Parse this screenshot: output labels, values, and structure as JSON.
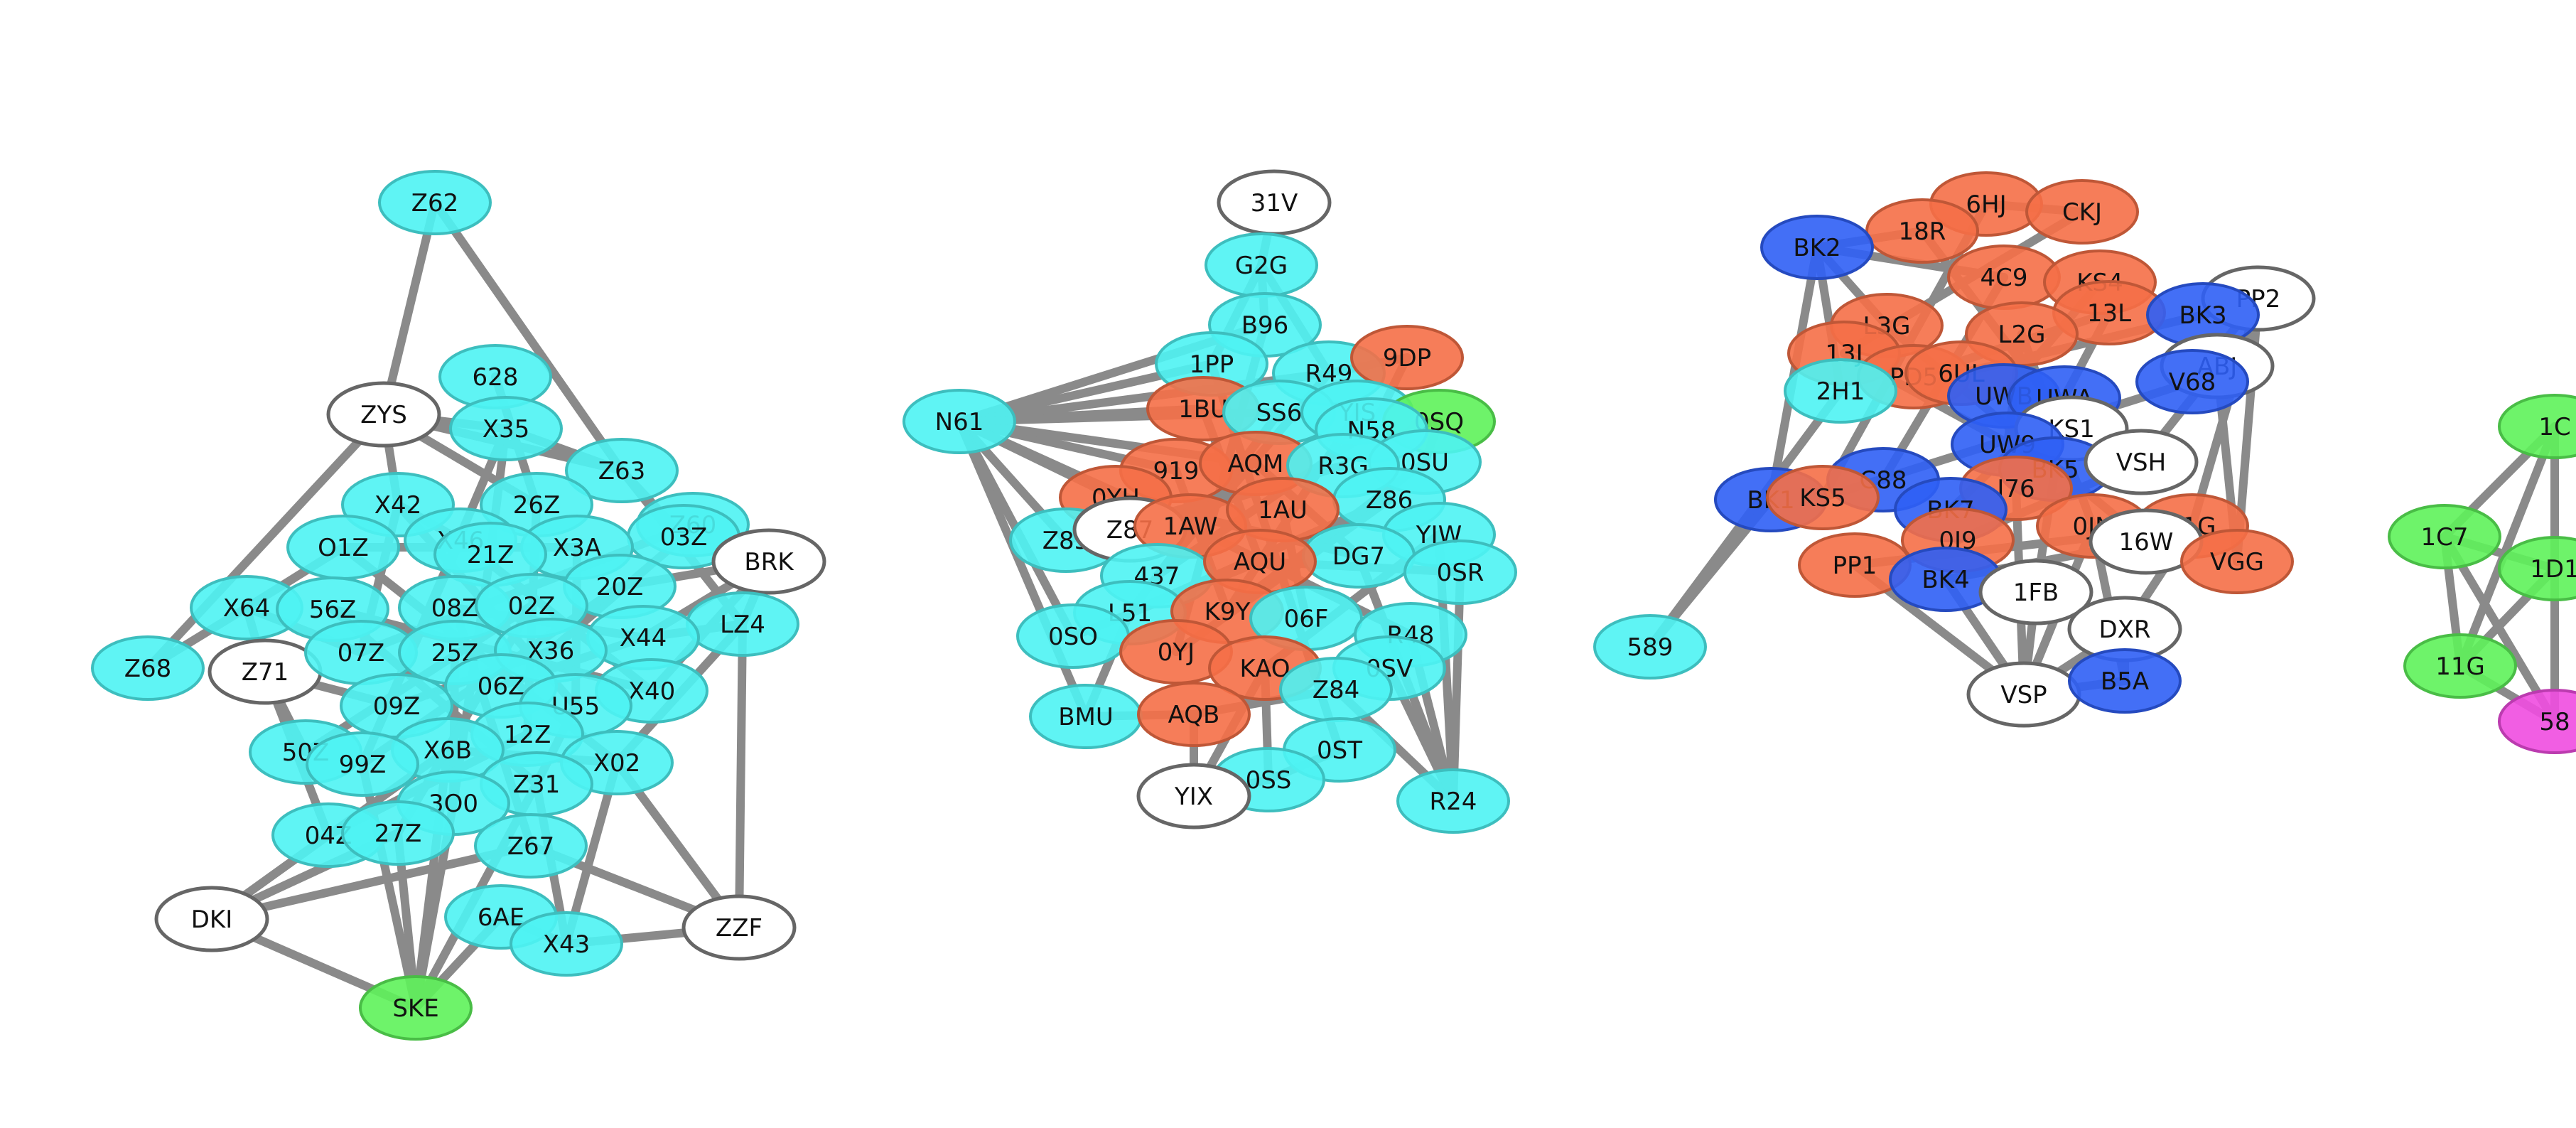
{
  "colors": {
    "cyan": "#4ef3f3",
    "orange": "#f56f47",
    "blue": "#2f5ff5",
    "green": "#5ef25a",
    "magenta": "#f04ce0",
    "white": "#ffffff",
    "edge": "#8a8a8a"
  },
  "nodes": [
    {
      "id": "Z62",
      "c": "cyan"
    },
    {
      "id": "ZYS",
      "c": "white"
    },
    {
      "id": "628",
      "c": "cyan"
    },
    {
      "id": "X35",
      "c": "cyan"
    },
    {
      "id": "Z63",
      "c": "cyan"
    },
    {
      "id": "X42",
      "c": "cyan"
    },
    {
      "id": "26Z",
      "c": "cyan"
    },
    {
      "id": "Z60",
      "c": "cyan"
    },
    {
      "id": "03Z",
      "c": "cyan"
    },
    {
      "id": "BRK",
      "c": "white"
    },
    {
      "id": "O1Z",
      "c": "cyan"
    },
    {
      "id": "X46",
      "c": "cyan"
    },
    {
      "id": "X3A",
      "c": "cyan"
    },
    {
      "id": "21Z",
      "c": "cyan"
    },
    {
      "id": "20Z",
      "c": "cyan"
    },
    {
      "id": "LZ4",
      "c": "cyan"
    },
    {
      "id": "X64",
      "c": "cyan"
    },
    {
      "id": "56Z",
      "c": "cyan"
    },
    {
      "id": "08Z",
      "c": "cyan"
    },
    {
      "id": "02Z",
      "c": "cyan"
    },
    {
      "id": "X44",
      "c": "cyan"
    },
    {
      "id": "Z68",
      "c": "cyan"
    },
    {
      "id": "Z71",
      "c": "white"
    },
    {
      "id": "07Z",
      "c": "cyan"
    },
    {
      "id": "25Z",
      "c": "cyan"
    },
    {
      "id": "X36",
      "c": "cyan"
    },
    {
      "id": "X40",
      "c": "cyan"
    },
    {
      "id": "06Z",
      "c": "cyan"
    },
    {
      "id": "09Z",
      "c": "cyan"
    },
    {
      "id": "U55",
      "c": "cyan"
    },
    {
      "id": "12Z",
      "c": "cyan"
    },
    {
      "id": "50Z",
      "c": "cyan"
    },
    {
      "id": "X6B",
      "c": "cyan"
    },
    {
      "id": "99Z",
      "c": "cyan"
    },
    {
      "id": "X02",
      "c": "cyan"
    },
    {
      "id": "Z31",
      "c": "cyan"
    },
    {
      "id": "3O0",
      "c": "cyan"
    },
    {
      "id": "04Z",
      "c": "cyan"
    },
    {
      "id": "27Z",
      "c": "cyan"
    },
    {
      "id": "Z67",
      "c": "cyan"
    },
    {
      "id": "DKI",
      "c": "white"
    },
    {
      "id": "6AE",
      "c": "cyan"
    },
    {
      "id": "ZZF",
      "c": "white"
    },
    {
      "id": "X43",
      "c": "cyan"
    },
    {
      "id": "SKE",
      "c": "green"
    },
    {
      "id": "31V",
      "c": "white"
    },
    {
      "id": "G2G",
      "c": "cyan"
    },
    {
      "id": "B96",
      "c": "cyan"
    },
    {
      "id": "1PP",
      "c": "cyan"
    },
    {
      "id": "R49",
      "c": "cyan"
    },
    {
      "id": "9DP",
      "c": "orange"
    },
    {
      "id": "N61",
      "c": "cyan"
    },
    {
      "id": "1BU",
      "c": "orange"
    },
    {
      "id": "SS6",
      "c": "cyan"
    },
    {
      "id": "YIS",
      "c": "cyan"
    },
    {
      "id": "0SQ",
      "c": "green"
    },
    {
      "id": "N58",
      "c": "cyan"
    },
    {
      "id": "0SU",
      "c": "cyan"
    },
    {
      "id": "919",
      "c": "orange"
    },
    {
      "id": "AQM",
      "c": "orange"
    },
    {
      "id": "R3G",
      "c": "cyan"
    },
    {
      "id": "0YH",
      "c": "orange"
    },
    {
      "id": "Z86",
      "c": "cyan"
    },
    {
      "id": "Z85",
      "c": "cyan"
    },
    {
      "id": "Z87",
      "c": "white"
    },
    {
      "id": "1AW",
      "c": "orange"
    },
    {
      "id": "1AU",
      "c": "orange"
    },
    {
      "id": "YIW",
      "c": "cyan"
    },
    {
      "id": "DG7",
      "c": "cyan"
    },
    {
      "id": "0SR",
      "c": "cyan"
    },
    {
      "id": "437",
      "c": "cyan"
    },
    {
      "id": "AQU",
      "c": "orange"
    },
    {
      "id": "L51",
      "c": "cyan"
    },
    {
      "id": "K9Y",
      "c": "orange"
    },
    {
      "id": "06F",
      "c": "cyan"
    },
    {
      "id": "R48",
      "c": "cyan"
    },
    {
      "id": "0SO",
      "c": "cyan"
    },
    {
      "id": "0YJ",
      "c": "orange"
    },
    {
      "id": "KAO",
      "c": "orange"
    },
    {
      "id": "0SV",
      "c": "cyan"
    },
    {
      "id": "Z84",
      "c": "cyan"
    },
    {
      "id": "BMU",
      "c": "cyan"
    },
    {
      "id": "AQB",
      "c": "orange"
    },
    {
      "id": "0ST",
      "c": "cyan"
    },
    {
      "id": "0SS",
      "c": "cyan"
    },
    {
      "id": "R24",
      "c": "cyan"
    },
    {
      "id": "YIX",
      "c": "white"
    },
    {
      "id": "6HJ",
      "c": "orange"
    },
    {
      "id": "CKJ",
      "c": "orange"
    },
    {
      "id": "18R",
      "c": "orange"
    },
    {
      "id": "BK2",
      "c": "blue"
    },
    {
      "id": "4C9",
      "c": "orange"
    },
    {
      "id": "KS4",
      "c": "orange"
    },
    {
      "id": "PP2",
      "c": "white"
    },
    {
      "id": "13L",
      "c": "orange"
    },
    {
      "id": "BK3",
      "c": "blue"
    },
    {
      "id": "L3G",
      "c": "orange"
    },
    {
      "id": "L2G",
      "c": "orange"
    },
    {
      "id": "13J",
      "c": "orange"
    },
    {
      "id": "ABJ",
      "c": "white"
    },
    {
      "id": "V68",
      "c": "blue"
    },
    {
      "id": "PD5",
      "c": "orange"
    },
    {
      "id": "6UL",
      "c": "orange"
    },
    {
      "id": "2H1",
      "c": "cyan"
    },
    {
      "id": "UWB",
      "c": "blue"
    },
    {
      "id": "UWA",
      "c": "blue"
    },
    {
      "id": "KS1",
      "c": "white"
    },
    {
      "id": "UW9",
      "c": "blue"
    },
    {
      "id": "BK5",
      "c": "blue"
    },
    {
      "id": "VSH",
      "c": "white"
    },
    {
      "id": "C88",
      "c": "blue"
    },
    {
      "id": "BK1",
      "c": "blue"
    },
    {
      "id": "KS5",
      "c": "orange"
    },
    {
      "id": "I76",
      "c": "orange"
    },
    {
      "id": "BK7",
      "c": "blue"
    },
    {
      "id": "0JN",
      "c": "orange"
    },
    {
      "id": "L1G",
      "c": "orange"
    },
    {
      "id": "16W",
      "c": "white"
    },
    {
      "id": "0I9",
      "c": "orange"
    },
    {
      "id": "PP1",
      "c": "orange"
    },
    {
      "id": "VGG",
      "c": "orange"
    },
    {
      "id": "BK4",
      "c": "blue"
    },
    {
      "id": "1FB",
      "c": "white"
    },
    {
      "id": "DXR",
      "c": "white"
    },
    {
      "id": "589",
      "c": "cyan"
    },
    {
      "id": "VSP",
      "c": "white"
    },
    {
      "id": "B5A",
      "c": "blue"
    },
    {
      "id": "1C",
      "c": "green"
    },
    {
      "id": "1C7",
      "c": "green"
    },
    {
      "id": "1D1",
      "c": "green"
    },
    {
      "id": "11G",
      "c": "green"
    },
    {
      "id": "58",
      "c": "magenta"
    }
  ],
  "edges": [
    [
      "Z62",
      "ZYS"
    ],
    [
      "Z62",
      "Z63"
    ],
    [
      "ZYS",
      "X35"
    ],
    [
      "ZYS",
      "Z63"
    ],
    [
      "ZYS",
      "Z68"
    ],
    [
      "ZYS",
      "26Z"
    ],
    [
      "ZYS",
      "X42"
    ],
    [
      "Z63",
      "03Z"
    ],
    [
      "Z63",
      "X35"
    ],
    [
      "Z63",
      "LZ4"
    ],
    [
      "BRK",
      "LZ4"
    ],
    [
      "BRK",
      "20Z"
    ],
    [
      "BRK",
      "X44"
    ],
    [
      "BRK",
      "X40"
    ],
    [
      "LZ4",
      "ZZF"
    ],
    [
      "LZ4",
      "X02"
    ],
    [
      "LZ4",
      "X44"
    ],
    [
      "X02",
      "ZZF"
    ],
    [
      "ZZF",
      "X43"
    ],
    [
      "ZZF",
      "Z67"
    ],
    [
      "DKI",
      "SKE"
    ],
    [
      "DKI",
      "04Z"
    ],
    [
      "DKI",
      "27Z"
    ],
    [
      "DKI",
      "Z67"
    ],
    [
      "DKI",
      "X6B"
    ],
    [
      "SKE",
      "6AE"
    ],
    [
      "SKE",
      "27Z"
    ],
    [
      "SKE",
      "3O0"
    ],
    [
      "SKE",
      "Z31"
    ],
    [
      "SKE",
      "X6B"
    ],
    [
      "SKE",
      "99Z"
    ],
    [
      "X43",
      "Z31"
    ],
    [
      "X43",
      "X02"
    ],
    [
      "X43",
      "6AE"
    ],
    [
      "Z68",
      "X64"
    ],
    [
      "Z71",
      "X64"
    ],
    [
      "Z71",
      "09Z"
    ],
    [
      "Z71",
      "04Z"
    ],
    [
      "X64",
      "O1Z"
    ],
    [
      "X64",
      "07Z"
    ],
    [
      "50Z",
      "Z71"
    ],
    [
      "X42",
      "X46"
    ],
    [
      "X42",
      "07Z"
    ],
    [
      "O1Z",
      "X3A"
    ],
    [
      "628",
      "26Z"
    ],
    [
      "X35",
      "21Z"
    ],
    [
      "X3A",
      "U55"
    ],
    [
      "03Z",
      "X36"
    ],
    [
      "26Z",
      "12Z"
    ],
    [
      "X46",
      "99Z"
    ],
    [
      "56Z",
      "X40"
    ],
    [
      "08Z",
      "Z67"
    ],
    [
      "02Z",
      "50Z"
    ],
    [
      "20Z",
      "99Z"
    ],
    [
      "X44",
      "06Z"
    ],
    [
      "25Z",
      "3O0"
    ],
    [
      "X36",
      "09Z"
    ],
    [
      "U55",
      "Z31"
    ],
    [
      "12Z",
      "04Z"
    ],
    [
      "X6B",
      "X02"
    ],
    [
      "56Z",
      "Z31"
    ],
    [
      "08Z",
      "X44"
    ],
    [
      "X42",
      "U55"
    ],
    [
      "O1Z",
      "X02"
    ],
    [
      "X35",
      "99Z"
    ],
    [
      "Z60",
      "07Z"
    ],
    [
      "21Z",
      "3O0"
    ],
    [
      "02Z",
      "27Z"
    ],
    [
      "X46",
      "X40"
    ],
    [
      "N61",
      "1PP"
    ],
    [
      "N61",
      "1BU"
    ],
    [
      "N61",
      "919"
    ],
    [
      "N61",
      "0YH"
    ],
    [
      "N61",
      "Z85"
    ],
    [
      "N61",
      "0SO"
    ],
    [
      "N61",
      "BMU"
    ],
    [
      "N61",
      "B96"
    ],
    [
      "N61",
      "AQM"
    ],
    [
      "N61",
      "1AW"
    ],
    [
      "N61",
      "R49"
    ],
    [
      "N61",
      "SS6"
    ],
    [
      "31V",
      "G2G"
    ],
    [
      "G2G",
      "B96"
    ],
    [
      "G2G",
      "1PP"
    ],
    [
      "G2G",
      "R49"
    ],
    [
      "9DP",
      "R49"
    ],
    [
      "9DP",
      "N58"
    ],
    [
      "0SQ",
      "N58"
    ],
    [
      "0SQ",
      "0SU"
    ],
    [
      "0SR",
      "R24"
    ],
    [
      "R48",
      "R24"
    ],
    [
      "0SV",
      "R24"
    ],
    [
      "Z84",
      "R24"
    ],
    [
      "YIW",
      "R24"
    ],
    [
      "DG7",
      "R24"
    ],
    [
      "YIX",
      "0SS"
    ],
    [
      "YIX",
      "AQB"
    ],
    [
      "YIX",
      "KAO"
    ],
    [
      "BMU",
      "AQB"
    ],
    [
      "BMU",
      "L51"
    ],
    [
      "0SS",
      "0ST"
    ],
    [
      "0SS",
      "KAO"
    ],
    [
      "1BU",
      "AQU"
    ],
    [
      "919",
      "K9Y"
    ],
    [
      "AQM",
      "DG7"
    ],
    [
      "1AU",
      "06F"
    ],
    [
      "R3G",
      "Z85"
    ],
    [
      "Z86",
      "0YJ"
    ],
    [
      "1AW",
      "R48"
    ],
    [
      "437",
      "N58"
    ],
    [
      "L51",
      "Z86"
    ],
    [
      "K9Y",
      "0SU"
    ],
    [
      "0SO",
      "AQU"
    ],
    [
      "KAO",
      "YIW"
    ],
    [
      "AQB",
      "Z84"
    ],
    [
      "0ST",
      "1PP"
    ],
    [
      "B96",
      "0YJ"
    ],
    [
      "R49",
      "437"
    ],
    [
      "SS6",
      "L51"
    ],
    [
      "YIS",
      "K9Y"
    ],
    [
      "Z87",
      "R3G"
    ],
    [
      "0YH",
      "DG7"
    ],
    [
      "AQU",
      "0SR"
    ],
    [
      "6HJ",
      "CKJ"
    ],
    [
      "18R",
      "BK2"
    ],
    [
      "BK2",
      "2H1"
    ],
    [
      "BK2",
      "4C9"
    ],
    [
      "BK2",
      "L3G"
    ],
    [
      "2H1",
      "589"
    ],
    [
      "BK1",
      "589"
    ],
    [
      "BK1",
      "BK2"
    ],
    [
      "PP2",
      "BK3"
    ],
    [
      "PP2",
      "VGG"
    ],
    [
      "PP2",
      "L1G"
    ],
    [
      "PP2",
      "V68"
    ],
    [
      "ABJ",
      "VGG"
    ],
    [
      "ABJ",
      "VSH"
    ],
    [
      "VSP",
      "BK4"
    ],
    [
      "VSP",
      "1FB"
    ],
    [
      "VSP",
      "DXR"
    ],
    [
      "VSP",
      "B5A"
    ],
    [
      "VSP",
      "0JN"
    ],
    [
      "VSP",
      "I76"
    ],
    [
      "VSP",
      "PP1"
    ],
    [
      "B5A",
      "DXR"
    ],
    [
      "B5A",
      "0JN"
    ],
    [
      "DXR",
      "L1G"
    ],
    [
      "1FB",
      "BK5"
    ],
    [
      "KS5",
      "6HJ"
    ],
    [
      "13J",
      "CKJ"
    ],
    [
      "PD5",
      "13L"
    ],
    [
      "UWB",
      "KS4"
    ],
    [
      "UW9",
      "L2G"
    ],
    [
      "C88",
      "4C9"
    ],
    [
      "BK7",
      "UWA"
    ],
    [
      "0I9",
      "VSH"
    ],
    [
      "PP1",
      "L1G"
    ],
    [
      "16W",
      "L3G"
    ],
    [
      "6UL",
      "BK3"
    ],
    [
      "KS1",
      "18R"
    ],
    [
      "I76",
      "13L"
    ],
    [
      "BK4",
      "16W"
    ],
    [
      "0JN",
      "L2G"
    ],
    [
      "KS5",
      "V68"
    ],
    [
      "13J",
      "BK5"
    ],
    [
      "1C",
      "1C7"
    ],
    [
      "1C",
      "1D1"
    ],
    [
      "1C",
      "11G"
    ],
    [
      "1C",
      "58"
    ],
    [
      "1C7",
      "1D1"
    ],
    [
      "1C7",
      "11G"
    ],
    [
      "1C7",
      "58"
    ],
    [
      "1D1",
      "11G"
    ],
    [
      "1D1",
      "58"
    ],
    [
      "11G",
      "58"
    ]
  ]
}
